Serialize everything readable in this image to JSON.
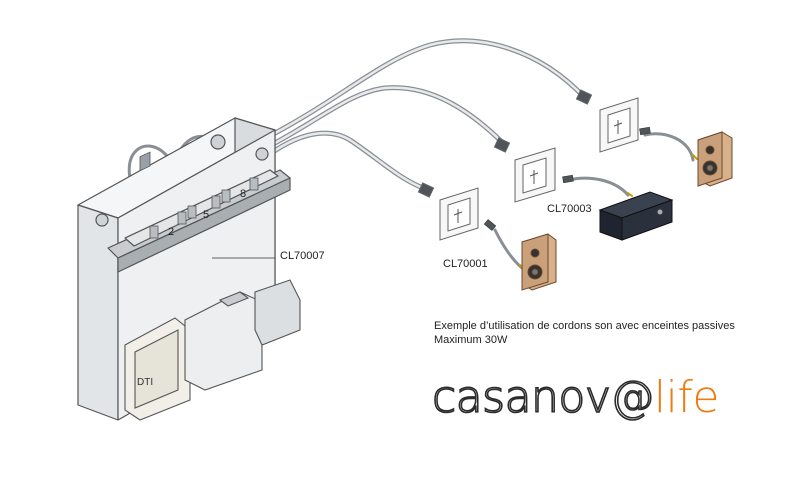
{
  "labels": {
    "cl70007": "CL70007",
    "cl70003": "CL70003",
    "cl70001": "CL70001"
  },
  "panel_numbers": [
    "2",
    "5",
    "8"
  ],
  "dti_label": "DTI",
  "caption": {
    "line1": "Exemple d’utilisation de cordons son avec enceintes passives",
    "line2": "Maximum 30W"
  },
  "brand": {
    "part_a": "casanov@",
    "part_b": "life",
    "accent_color": "#ef7b10"
  },
  "colors": {
    "enclosure": "#eef0f2",
    "outline": "#555555",
    "speaker_wood": "#c9a07a",
    "amplifier": "#1f2530"
  }
}
